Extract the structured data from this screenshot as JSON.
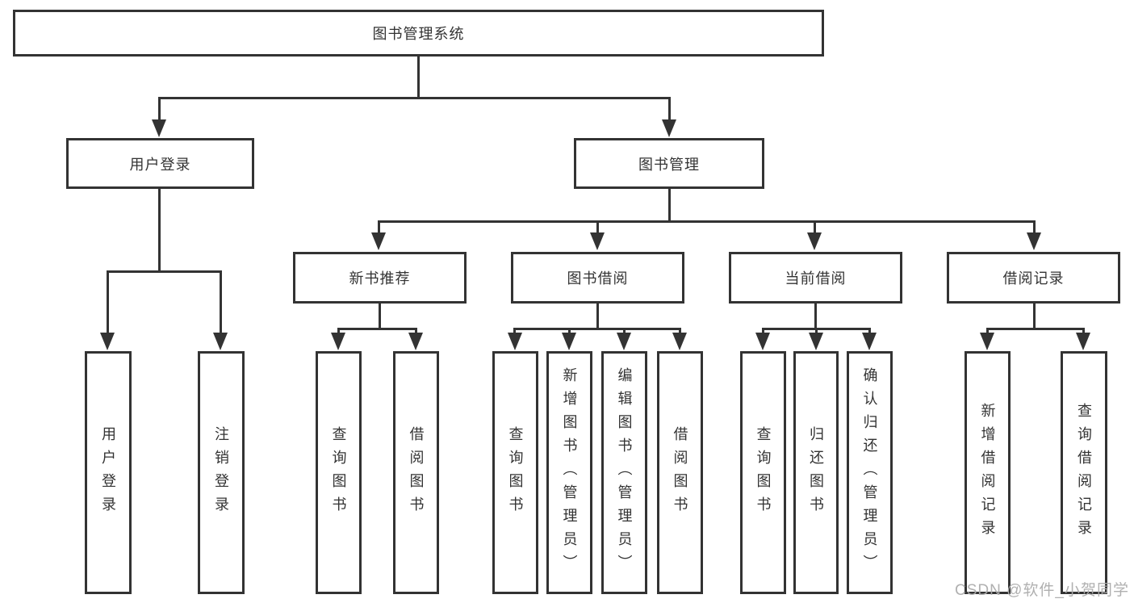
{
  "diagram": {
    "root": "图书管理系统",
    "level2": {
      "user_login": "用户登录",
      "book_management": "图书管理"
    },
    "level3": {
      "new_book_recommend": "新书推荐",
      "book_borrow": "图书借阅",
      "current_borrow": "当前借阅",
      "borrow_records": "借阅记录"
    },
    "leaves": {
      "user_login": "用户登录",
      "logout": "注销登录",
      "recommend_query_books": "查询图书",
      "recommend_borrow_books": "借阅图书",
      "borrow_query_books": "查询图书",
      "borrow_add_books_admin": "新增图书（管理员）",
      "borrow_edit_books_admin": "编辑图书（管理员）",
      "borrow_borrow_books": "借阅图书",
      "current_query_books": "查询图书",
      "current_return_books": "归还图书",
      "current_confirm_return_admin": "确认归还（管理员）",
      "records_add_record": "新增借阅记录",
      "records_query_record": "查询借阅记录"
    },
    "watermark": "CSDN @软件_小贺同学",
    "colors": {
      "node_border": "#333333",
      "connector": "#333333",
      "text": "#333333",
      "watermark": "#acacac",
      "background": "#ffffff"
    }
  }
}
